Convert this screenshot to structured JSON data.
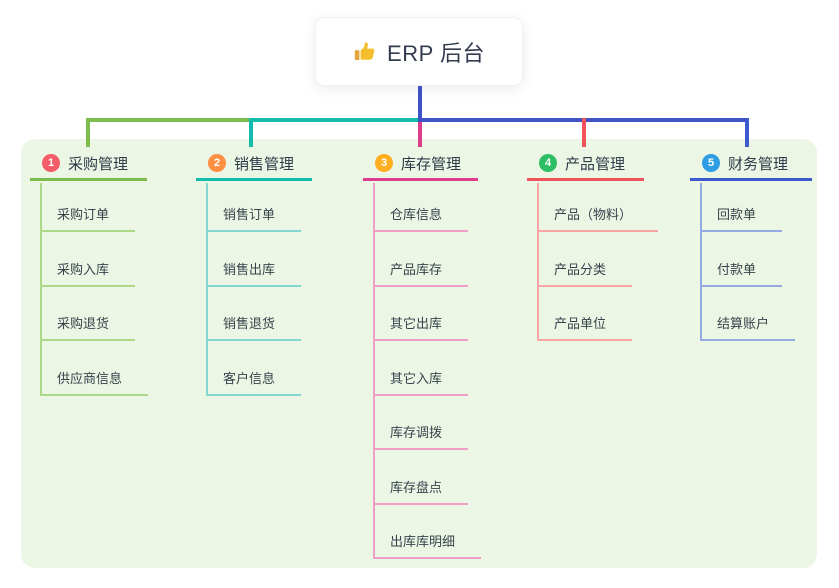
{
  "root": {
    "label": "ERP 后台",
    "icon": "thumbs-up-icon"
  },
  "colors": {
    "panel_bg": "#EBF6E4",
    "root_connector": "#4053C6",
    "header_text": "#2E3A49",
    "child_text": "#39424D",
    "thumb_icon": "#F5BF2B"
  },
  "branches": [
    {
      "number": "1",
      "label": "采购管理",
      "badge_color": "#F35D6A",
      "line_color": "#7CBB4C",
      "child_line_color": "#ACD888",
      "children": [
        "采购订单",
        "采购入库",
        "采购退货",
        "供应商信息"
      ]
    },
    {
      "number": "2",
      "label": "销售管理",
      "badge_color": "#FF8F42",
      "line_color": "#12BDAE",
      "child_line_color": "#82D8CF",
      "children": [
        "销售订单",
        "销售出库",
        "销售退货",
        "客户信息"
      ]
    },
    {
      "number": "3",
      "label": "库存管理",
      "badge_color": "#FFAE20",
      "line_color": "#DE3D8E",
      "child_line_color": "#EF9FC7",
      "children": [
        "仓库信息",
        "产品库存",
        "其它出库",
        "其它入库",
        "库存调拨",
        "库存盘点",
        "出库库明细"
      ]
    },
    {
      "number": "4",
      "label": "产品管理",
      "badge_color": "#2EBF64",
      "line_color": "#F1535C",
      "child_line_color": "#F8A5A8",
      "children": [
        "产品（物料）",
        "产品分类",
        "产品单位"
      ]
    },
    {
      "number": "5",
      "label": "财务管理",
      "badge_color": "#2F9DE4",
      "line_color": "#3C59CE",
      "child_line_color": "#96AAE2",
      "children": [
        "回款单",
        "付款单",
        "结算账户"
      ]
    }
  ]
}
